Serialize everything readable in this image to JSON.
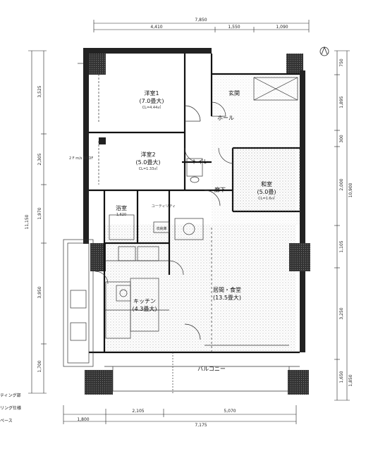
{
  "dimensions": {
    "top_total": "7,850",
    "top_a": "4,410",
    "top_b": "1,550",
    "top_c": "1,090",
    "bottom_a": "2,105",
    "bottom_b": "5,070",
    "bottom_left": "1,800",
    "bottom_total": "7,175",
    "left_1": "3,525",
    "left_2": "2,305",
    "left_3": "1,970",
    "left_total": "11,150",
    "left_4": "3,950",
    "left_5": "1,700",
    "right_1": "750",
    "right_2": "1,895",
    "right_3": "300",
    "right_4": "2,000",
    "right_total": "10,900",
    "right_5": "1,105",
    "right_6": "3,250",
    "right_7": "1,650",
    "right_8": "1,850"
  },
  "rooms": {
    "western1": {
      "name": "洋室1",
      "size": "(7.0畳大)",
      "code": "CL=4.44㎡"
    },
    "western2": {
      "name": "洋室2",
      "size": "(5.0畳大)",
      "code": "CL=1.33㎡"
    },
    "entrance": {
      "name": "玄関"
    },
    "hall": {
      "name": "ホール"
    },
    "hallway": {
      "name": "廊下"
    },
    "toilet": {
      "name": "トイレ"
    },
    "japanese": {
      "name": "和室",
      "size": "(5.0畳)",
      "code": "CL=1.6㎡"
    },
    "bath": {
      "name": "浴室",
      "code": "1,620"
    },
    "utility": {
      "name": "ユーティリティ"
    },
    "storage": {
      "name": "収納庫"
    },
    "kitchen": {
      "name": "キッチン",
      "size": "(4.3畳大)"
    },
    "living": {
      "name": "居間・食堂",
      "size": "(13.5畳大)"
    },
    "balcony": {
      "name": "バルコニー"
    },
    "roof": {
      "name": "2 F m/s ROOF"
    }
  },
  "legend": [
    "ティング部",
    "リング仕様",
    "ペース"
  ]
}
